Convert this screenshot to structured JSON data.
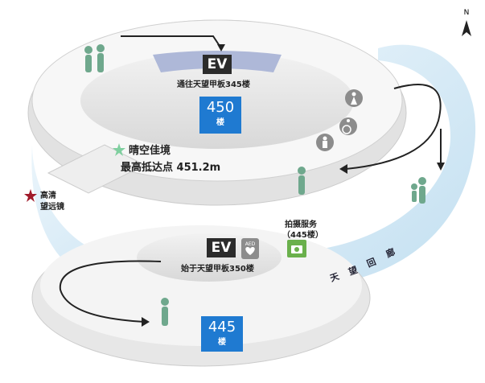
{
  "compass": {
    "north_label": "N"
  },
  "upper": {
    "ev_label": "EV",
    "ev_caption": "通往天望甲板345楼",
    "floor_number": "450",
    "floor_unit": "楼"
  },
  "lower": {
    "ev_label": "EV",
    "ev_caption": "始于天望甲板350楼",
    "floor_number": "445",
    "floor_unit": "楼",
    "aed_label": "AED"
  },
  "highest_point": {
    "name": "晴空佳境",
    "subtitle": "最高抵达点 451.2m"
  },
  "telescope": {
    "line1": "高清",
    "line2": "望远镜"
  },
  "photo_service": {
    "line1": "拍摄服务",
    "line2": "（445楼）"
  },
  "corridor_name": [
    "天",
    "望",
    "回",
    "廊"
  ],
  "colors": {
    "corridor": "#cfe6f3",
    "floor_box": "#1f7ad1",
    "ev_box": "#2b2b2b",
    "star_green": "#7fcf9f",
    "star_red": "#a01a2a",
    "photo_green": "#6ab04c"
  }
}
